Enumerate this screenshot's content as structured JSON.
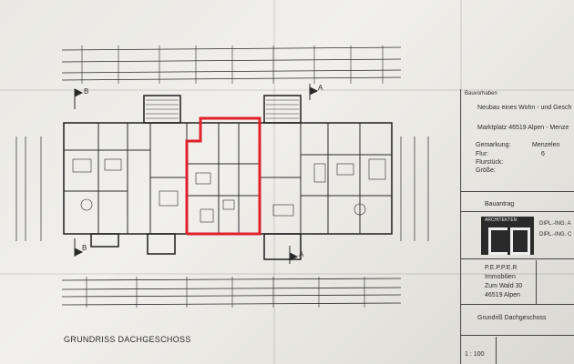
{
  "plan": {
    "title": "GRUNDRISS DACHGESCHOSS",
    "section_marker_b": "B",
    "section_marker_a": "A",
    "highlight_color": "#e0202a",
    "line_color": "#2a2a2a"
  },
  "title_block": {
    "header_label": "Bauvorhaben",
    "project_line1": "Neubau eines Wohn - und Gesch",
    "address_line": "Marktplatz 46519 Alpen - Menze",
    "fields": [
      {
        "label": "Gemarkung:",
        "value": "Menzelen"
      },
      {
        "label": "Flur:",
        "value": "6"
      },
      {
        "label": "Flurstück:",
        "value": ""
      },
      {
        "label": "Größe:",
        "value": ""
      }
    ],
    "bauantrag": "Bauantrag",
    "architect_logo_text": "ARCHITEKTEN",
    "architect_lines": [
      "DIPL.-ING. A",
      "DIPL.-ING. C"
    ],
    "client_lines": [
      "P.E.P.P.E.R",
      "Immobilien",
      "Zum Wald 30",
      "46519 Alpen"
    ],
    "drawing_title": "Grundriß Dachgeschoss",
    "scale": "1 : 100"
  }
}
